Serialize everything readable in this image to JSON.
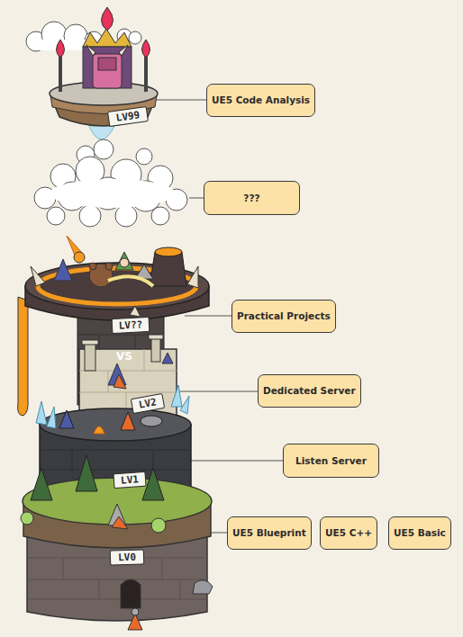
{
  "diagram": {
    "nodes": [
      {
        "text": [
          "UE5 Code Analysis"
        ]
      },
      {
        "text": [
          "???"
        ]
      },
      {
        "text": [
          "Practical Projects"
        ]
      },
      {
        "text": [
          "Dedicated Server"
        ]
      },
      {
        "text": [
          "Listen Server"
        ]
      },
      {
        "text": [
          "UE5 Blueprint"
        ]
      },
      {
        "text": [
          "UE5 C++"
        ]
      },
      {
        "text": [
          "UE5 Basic"
        ]
      }
    ],
    "labels": [
      "LV99",
      "LV??",
      "VS",
      "LV2",
      "LV1",
      "LV0"
    ]
  }
}
